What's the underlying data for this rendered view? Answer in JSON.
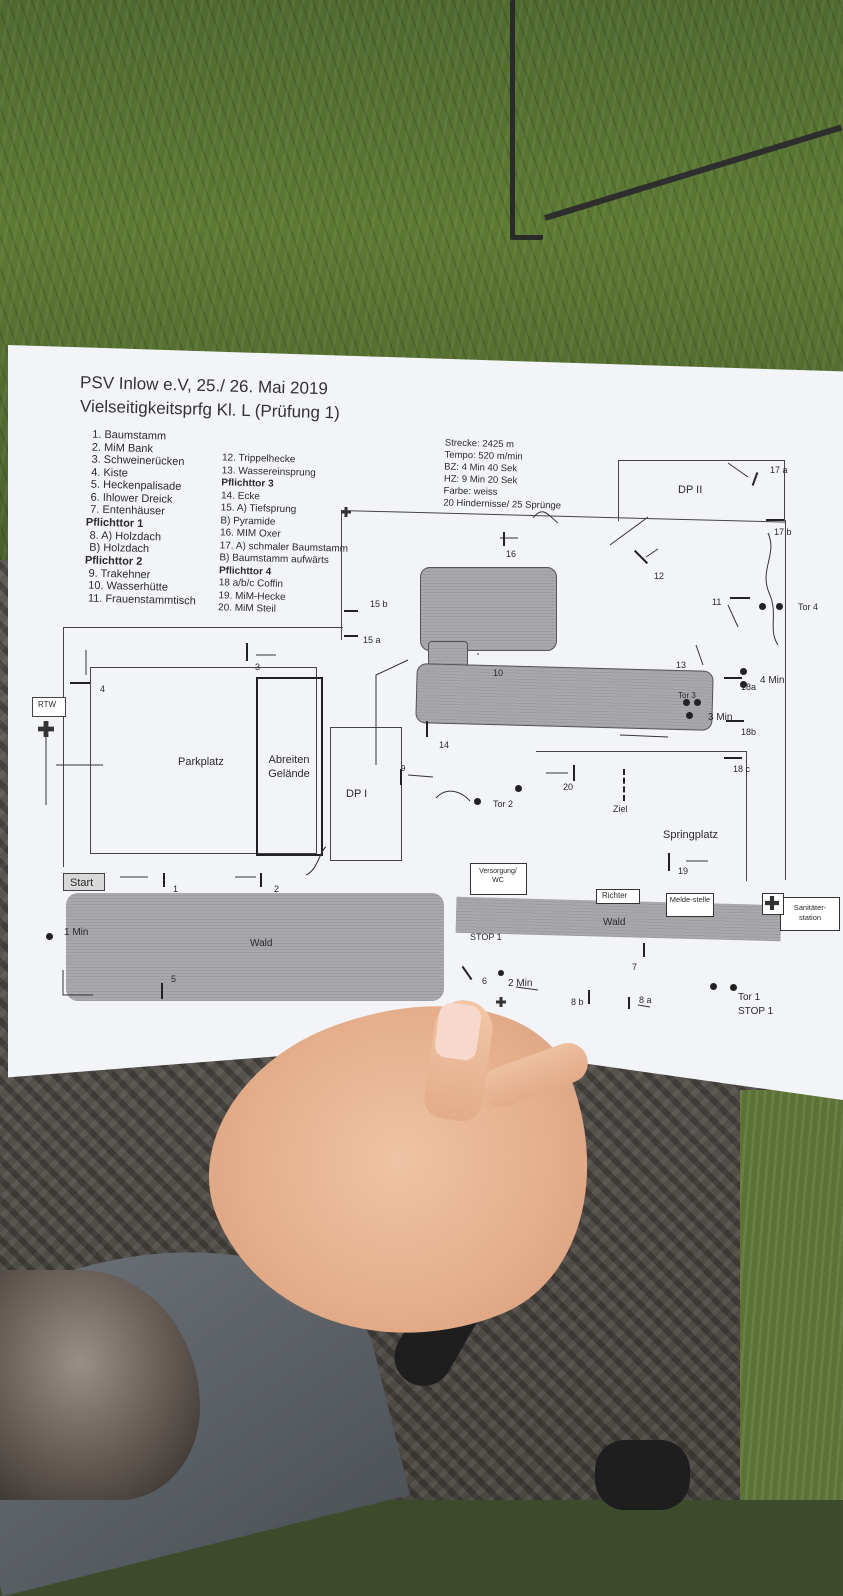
{
  "header": {
    "club": "PSV Inlow e.V,  25./ 26. Mai 2019",
    "title": "Vielseitigkeitsprfg Kl. L (Prüfung 1)"
  },
  "obstacles_left": [
    "1.    Baumstamm",
    "2.    MiM Bank",
    "3.    Schweinerücken",
    "4.    Kiste",
    "5.    Heckenpalisade",
    "6.    Ihlower Dreick",
    "7.    Entenhäuser",
    "Pflichttor 1",
    "8.    A) Holzdach",
    "        B) Holzdach",
    "Pflichttor 2",
    "9.  Trakehner",
    "10.  Wasserhütte",
    "11.  Frauenstammtisch"
  ],
  "obstacles_right": [
    "12. Trippelhecke",
    "13. Wassereinsprung",
    "Pflichttor 3",
    "14. Ecke",
    "15.  A) Tiefsprung",
    "        B) Pyramide",
    "16. MIM Oxer",
    "17. A) schmaler Baumstamm",
    "        B) Baumstamm aufwärts",
    "Pflichttor 4",
    "18 a/b/c Coffin",
    "19. MiM-Hecke",
    "20. MiM Steil"
  ],
  "course_info": [
    "Strecke:  2425 m",
    "Tempo: 520 m/min",
    "BZ:  4 Min 40 Sek",
    "HZ:  9 Min 20 Sek",
    "Farbe: weiss",
    "20 Hindernisse/ 25 Sprünge"
  ],
  "map_labels": {
    "dp2": "DP II",
    "dp1": "DP I",
    "parkplatz": "Parkplatz",
    "abreiten": "Abreiten Gelände",
    "wald": "Wald",
    "wald2": "Wald",
    "springplatz": "Springplatz",
    "ziel": "Ziel",
    "start": "Start",
    "rtw": "RTW",
    "versorgung": "Versorgung/ WC",
    "richter": "Richter",
    "meldestelle": "Melde-stelle",
    "sanitaeter": "Sanitäter-station",
    "tor1": "Tor 1",
    "stop1a": "STOP 1",
    "stop1b": "STOP 1",
    "tor2": "Tor 2",
    "tor3": "Tor 3",
    "tor4": "Tor 4",
    "min1": "1 Min",
    "min2": "2 Min",
    "min3": "3 Min",
    "min4": "4 Min"
  },
  "numbers": [
    "1",
    "2",
    "3",
    "4",
    "5",
    "6",
    "7",
    "8 b",
    "8 a",
    "9",
    "10",
    "11",
    "12",
    "13",
    "14",
    "15 a",
    "15 b",
    "16",
    "17 a",
    "17 b",
    "18a",
    "18b",
    "18 c",
    "19",
    "20"
  ]
}
